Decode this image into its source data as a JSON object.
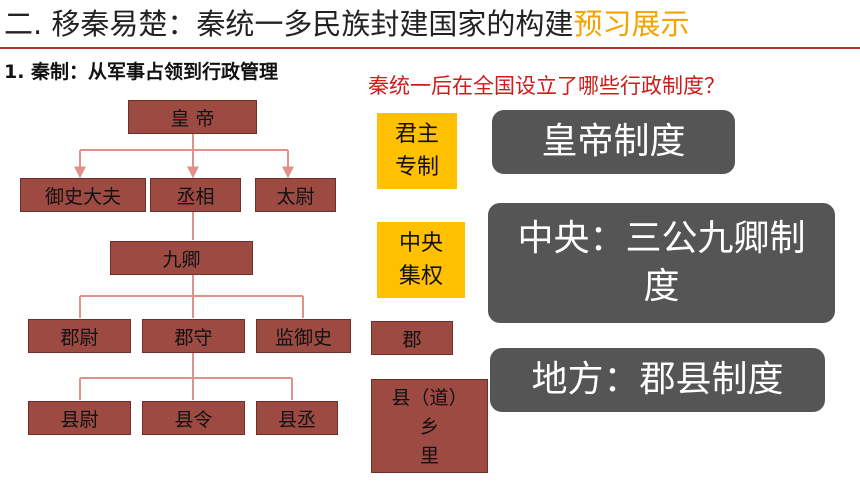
{
  "title": {
    "main": "二. 移秦易楚：秦统一多民族封建国家的构建",
    "highlight": "预习展示"
  },
  "subtitle": "1. 秦制：从军事占领到行政管理",
  "question": "秦统一后在全国设立了哪些行政制度？",
  "org": {
    "emperor": "皇 帝",
    "level1": [
      "御史大夫",
      "丞相",
      "太尉"
    ],
    "jiuqing": "九卿",
    "commandery_officials": [
      "郡尉",
      "郡守",
      "监御史"
    ],
    "commandery": "郡",
    "county_officials": [
      "县尉",
      "县令",
      "县丞"
    ],
    "county_stack": {
      "county": "县（道）",
      "township": "乡",
      "village": "里"
    }
  },
  "labels": {
    "monarchy": "君主专制",
    "centralization": "中央集权"
  },
  "answers": {
    "emperor_system": "皇帝制度",
    "central_system": "中央：三公九卿制度",
    "local_system": "地方：郡县制度"
  },
  "colors": {
    "org_box": "#9c4a42",
    "connector": "#e0928a",
    "label_box": "#ffc000",
    "answer_box": "#555555",
    "question_text": "#d11a1a",
    "title_highlight": "#f5a300"
  }
}
